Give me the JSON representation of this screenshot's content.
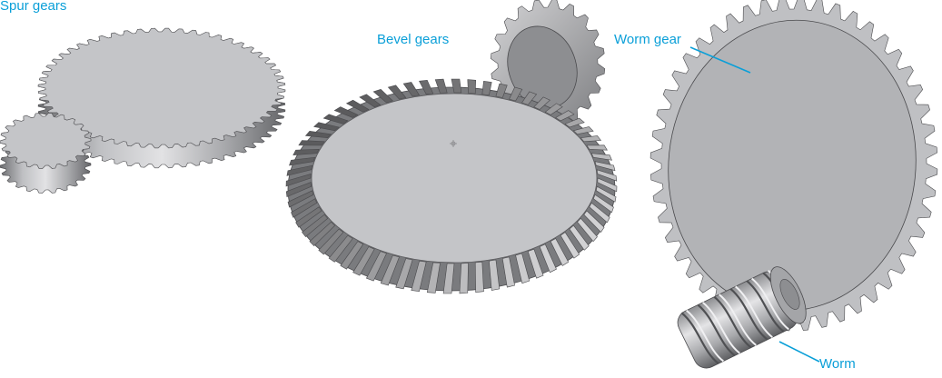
{
  "labels": {
    "spur": "Spur gears",
    "bevel": "Bevel gears",
    "worm_gear": "Worm gear",
    "worm": "Worm"
  },
  "colors": {
    "label": "#0a9fd8",
    "leader": "#0a9fd8",
    "face_light": "#c4c5c8",
    "face_mid": "#b2b3b6",
    "face_dark": "#8d8e91",
    "rim_light": "#d9d9db",
    "rim_dark": "#5e5f62",
    "outline": "#4a4a4d"
  },
  "icons": [
    "center-mark-icon"
  ]
}
